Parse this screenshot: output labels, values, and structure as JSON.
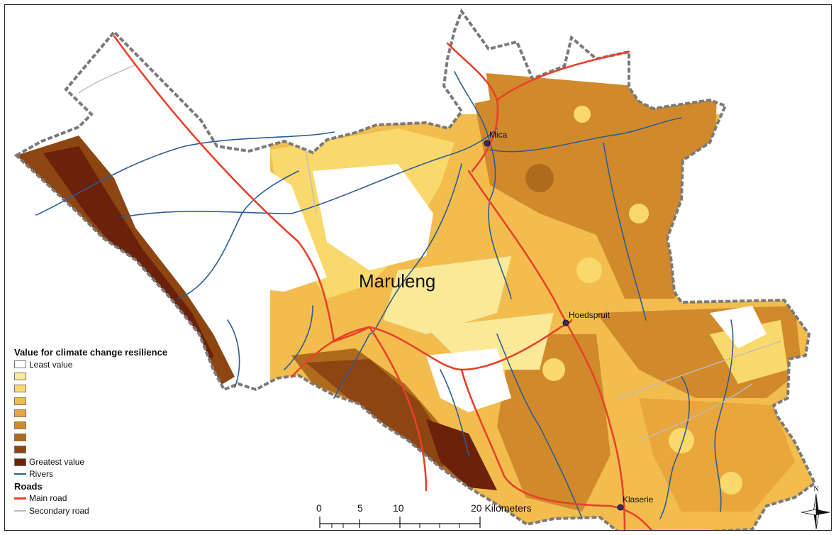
{
  "region": {
    "name": "Maruleng"
  },
  "towns": [
    {
      "name": "Mica"
    },
    {
      "name": "Hoedspruit"
    },
    {
      "name": "Klaserie"
    }
  ],
  "legend": {
    "title": "Value for climate change resilience",
    "classes": [
      {
        "label": "Least value",
        "color": "#ffffff"
      },
      {
        "label": "",
        "color": "#fbe99a"
      },
      {
        "label": "",
        "color": "#f9d96b"
      },
      {
        "label": "",
        "color": "#f2bd4e"
      },
      {
        "label": "",
        "color": "#e9a63d"
      },
      {
        "label": "",
        "color": "#d08a2c"
      },
      {
        "label": "",
        "color": "#b06a1c"
      },
      {
        "label": "",
        "color": "#8d4512"
      },
      {
        "label": "Greatest value",
        "color": "#6b210a"
      }
    ],
    "rivers_label": "Rivers",
    "river_color": "#2e5b97",
    "roads_title": "Roads",
    "main_road_label": "Main road",
    "main_road_color": "#e8412a",
    "secondary_road_label": "Secondary road",
    "secondary_road_color": "#bdbdbd"
  },
  "scale_bar": {
    "ticks": [
      "0",
      "5",
      "10",
      "20 Kilometers"
    ]
  },
  "north_arrow": {
    "label": "N"
  }
}
